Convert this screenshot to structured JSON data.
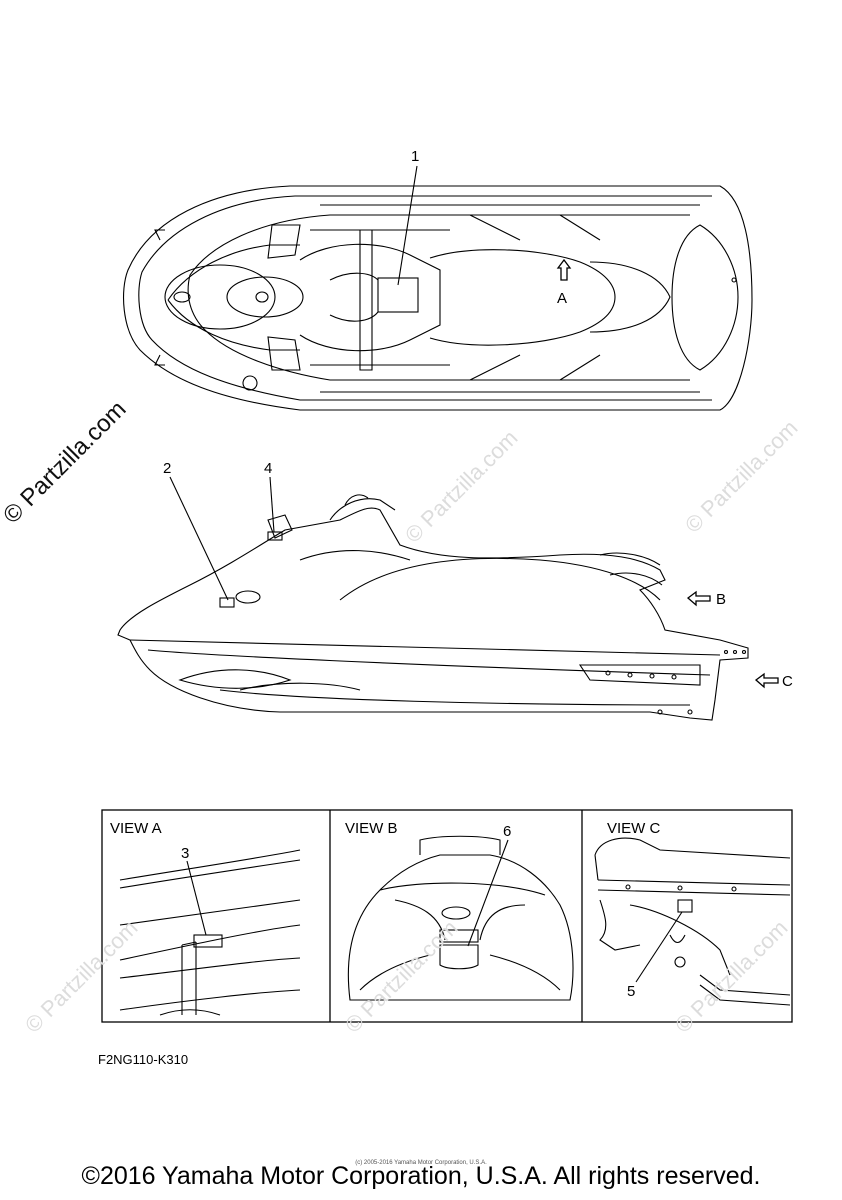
{
  "callouts": {
    "c1": "1",
    "c2": "2",
    "c3": "3",
    "c4": "4",
    "c5": "5",
    "c6": "6",
    "arrowA": "A",
    "arrowB": "B",
    "arrowC": "C"
  },
  "views": {
    "a": "VIEW A",
    "b": "VIEW B",
    "c": "VIEW C"
  },
  "watermark": {
    "main": "© Partzilla.com",
    "faint": "© Partzilla.com"
  },
  "part_number": "F2NG110-K310",
  "tiny_copyright": "(c) 2005-2016 Yamaha Motor Corporation, U.S.A.",
  "copyright": "©2016 Yamaha Motor Corporation, U.S.A. All rights reserved."
}
